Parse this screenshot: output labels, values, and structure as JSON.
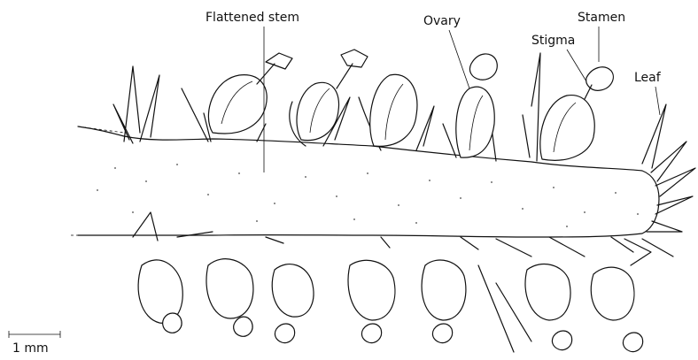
{
  "labels": {
    "flattened_stem": "Flattened stem",
    "ovary": "Ovary",
    "stamen": "Stamen",
    "stigma": "Stigma",
    "leaf": "Leaf"
  },
  "scale_bar": {
    "text": "1 mm"
  }
}
